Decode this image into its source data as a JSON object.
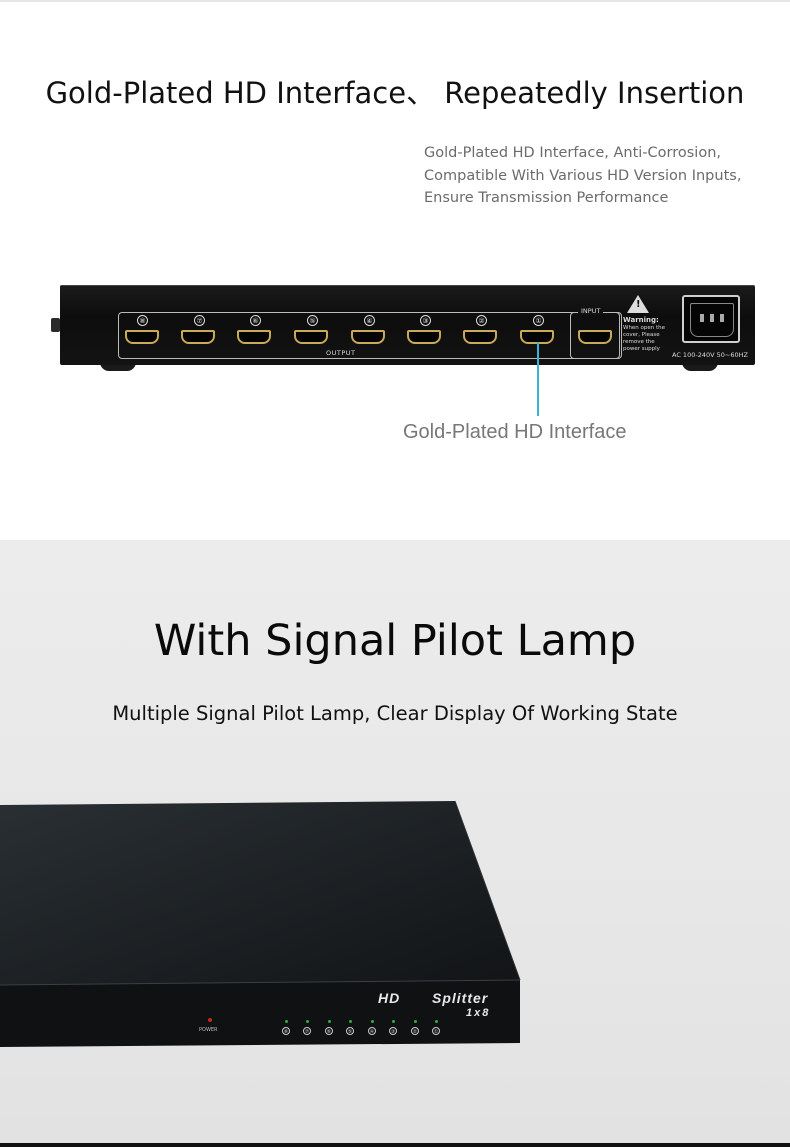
{
  "section1": {
    "title": "Gold-Plated HD Interface、 Repeatedly Insertion",
    "description": [
      "Gold-Plated HD Interface, Anti-Corrosion,",
      "Compatible With Various HD Version Inputs,",
      "Ensure Transmission Performance"
    ],
    "callout": "Gold-Plated HD Interface",
    "device": {
      "output_label": "OUTPUT",
      "input_label": "INPUT",
      "port_numbers": [
        "⑧",
        "⑦",
        "⑥",
        "⑤",
        "④",
        "③",
        "②",
        "①"
      ],
      "warning_title": "Warning:",
      "warning_text": [
        "When open the",
        "cover,  Please",
        "remove the",
        "power supply"
      ],
      "power_label": "AC 100-240V 50~60HZ"
    }
  },
  "section2": {
    "title": "With Signal Pilot Lamp",
    "subtitle": "Multiple Signal Pilot Lamp, Clear Display Of Working State",
    "device": {
      "brand_left": "HD",
      "brand_right": "Splitter",
      "ratio": "1x8",
      "power_label": "POWER",
      "lamp_numbers": [
        "⑧",
        "⑦",
        "⑥",
        "⑤",
        "④",
        "③",
        "②",
        "①"
      ]
    }
  },
  "colors": {
    "pointer": "#38b4d6",
    "gold": "#c9a95a",
    "led_green": "#2fae3a",
    "led_red": "#c42a1a"
  }
}
